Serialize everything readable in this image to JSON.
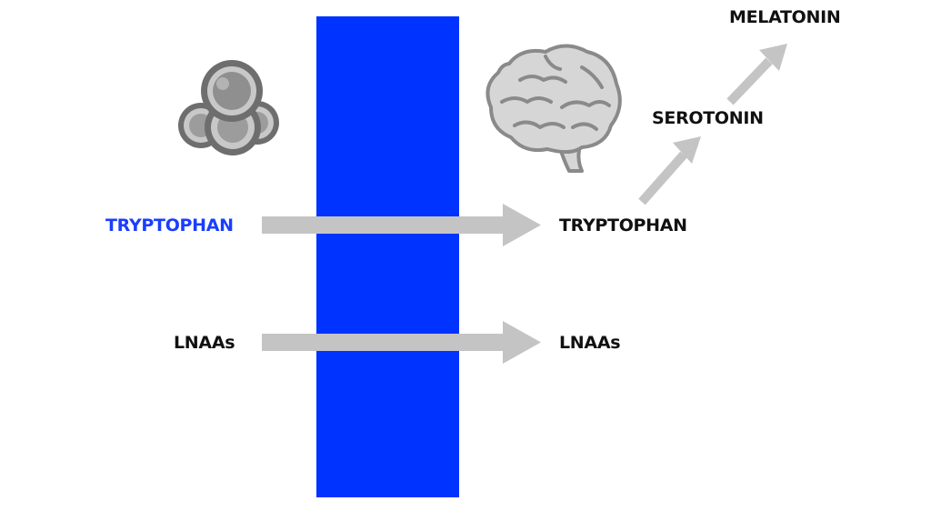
{
  "labels": {
    "blood_tryptophan": "TRYPTOPHAN",
    "blood_lnaas": "LNAAs",
    "brain_tryptophan": "TRYPTOPHAN",
    "brain_lnaas": "LNAAs",
    "serotonin": "SEROTONIN",
    "melatonin": "MELATONIN"
  },
  "colors": {
    "barrier": "#0033ff",
    "arrow": "#c4c4c4",
    "highlight_text": "#1a3dff",
    "text": "#111111",
    "icon_dark": "#6e6e6e",
    "icon_light": "#c8c8c8"
  },
  "icons": {
    "blood": "blood-cells-icon",
    "brain": "brain-icon"
  }
}
